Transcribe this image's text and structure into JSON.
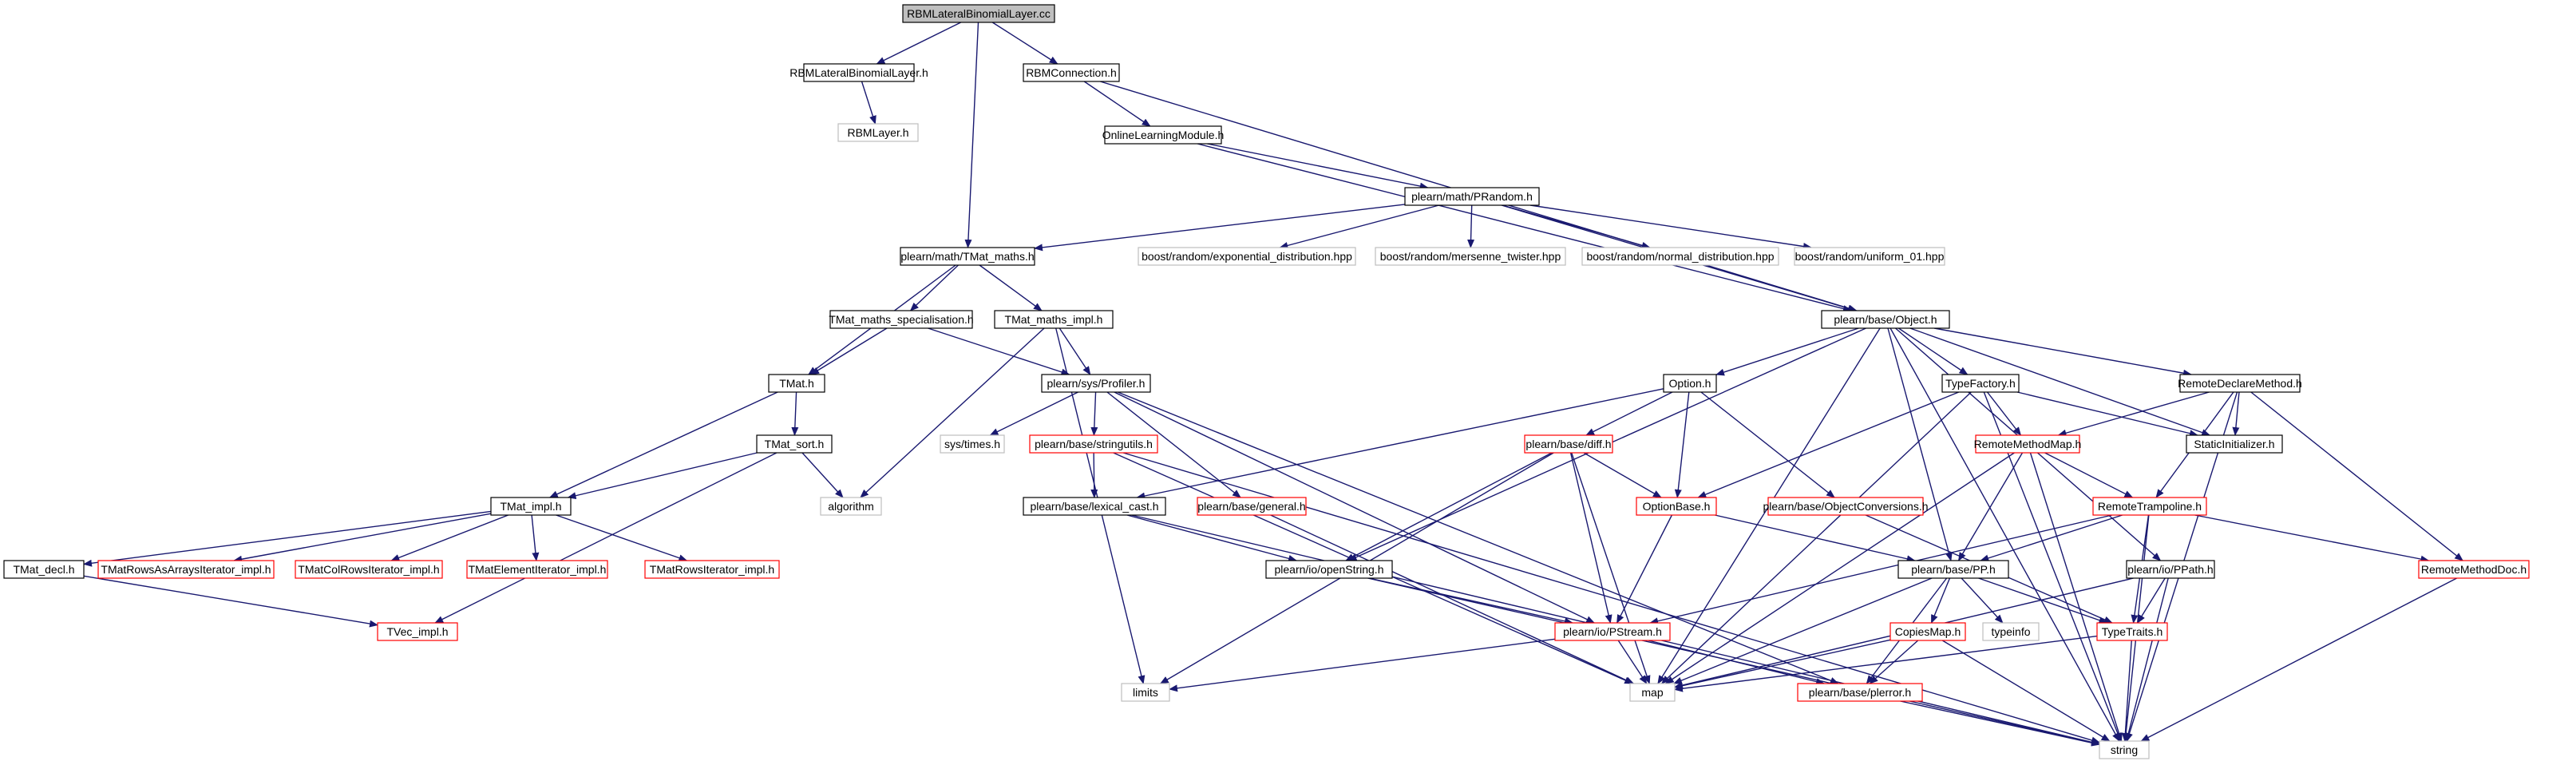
{
  "colors": {
    "edge": "#191970",
    "box_root_fill": "#bfbfbf",
    "box_normal": "#000000",
    "box_truncated": "#ff0000",
    "box_external": "#bfbfbf",
    "text": "#000000"
  },
  "nodes": [
    {
      "id": "root",
      "label": "RBMLateralBinomialLayer.cc",
      "kind": "root"
    },
    {
      "id": "rbmlbl_h",
      "label": "RBMLateralBinomialLayer.h",
      "kind": "normal"
    },
    {
      "id": "rbmconn",
      "label": "RBMConnection.h",
      "kind": "normal"
    },
    {
      "id": "rbmlayer",
      "label": "RBMLayer.h",
      "kind": "external"
    },
    {
      "id": "olm",
      "label": "OnlineLearningModule.h",
      "kind": "normal"
    },
    {
      "id": "prandom",
      "label": "plearn/math/PRandom.h",
      "kind": "normal"
    },
    {
      "id": "tmatmaths",
      "label": "plearn/math/TMat_maths.h",
      "kind": "normal"
    },
    {
      "id": "b_expo",
      "label": "boost/random/exponential_distribution.hpp",
      "kind": "external"
    },
    {
      "id": "b_mers",
      "label": "boost/random/mersenne_twister.hpp",
      "kind": "external"
    },
    {
      "id": "b_norm",
      "label": "boost/random/normal_distribution.hpp",
      "kind": "external"
    },
    {
      "id": "b_unif",
      "label": "boost/random/uniform_01.hpp",
      "kind": "external"
    },
    {
      "id": "tms",
      "label": "TMat_maths_specialisation.h",
      "kind": "normal"
    },
    {
      "id": "tmi",
      "label": "TMat_maths_impl.h",
      "kind": "normal"
    },
    {
      "id": "object",
      "label": "plearn/base/Object.h",
      "kind": "normal"
    },
    {
      "id": "tmat",
      "label": "TMat.h",
      "kind": "normal"
    },
    {
      "id": "profiler",
      "label": "plearn/sys/Profiler.h",
      "kind": "normal"
    },
    {
      "id": "option",
      "label": "Option.h",
      "kind": "normal"
    },
    {
      "id": "typefactory",
      "label": "TypeFactory.h",
      "kind": "normal"
    },
    {
      "id": "rdm",
      "label": "RemoteDeclareMethod.h",
      "kind": "normal"
    },
    {
      "id": "tmatsort",
      "label": "TMat_sort.h",
      "kind": "normal"
    },
    {
      "id": "systimes",
      "label": "sys/times.h",
      "kind": "external"
    },
    {
      "id": "stringutils",
      "label": "plearn/base/stringutils.h",
      "kind": "truncated"
    },
    {
      "id": "diff",
      "label": "plearn/base/diff.h",
      "kind": "truncated"
    },
    {
      "id": "rmm",
      "label": "RemoteMethodMap.h",
      "kind": "truncated"
    },
    {
      "id": "staticinit",
      "label": "StaticInitializer.h",
      "kind": "normal"
    },
    {
      "id": "tmatimpl",
      "label": "TMat_impl.h",
      "kind": "normal"
    },
    {
      "id": "algorithm",
      "label": "algorithm",
      "kind": "external"
    },
    {
      "id": "lexcast",
      "label": "plearn/base/lexical_cast.h",
      "kind": "normal"
    },
    {
      "id": "general",
      "label": "plearn/base/general.h",
      "kind": "truncated"
    },
    {
      "id": "optionbase",
      "label": "OptionBase.h",
      "kind": "truncated"
    },
    {
      "id": "objconv",
      "label": "plearn/base/ObjectConversions.h",
      "kind": "truncated"
    },
    {
      "id": "rtramp",
      "label": "RemoteTrampoline.h",
      "kind": "truncated"
    },
    {
      "id": "tmatdecl",
      "label": "TMat_decl.h",
      "kind": "normal"
    },
    {
      "id": "tmraai",
      "label": "TMatRowsAsArraysIterator_impl.h",
      "kind": "truncated"
    },
    {
      "id": "tmcri",
      "label": "TMatColRowsIterator_impl.h",
      "kind": "truncated"
    },
    {
      "id": "tmei",
      "label": "TMatElementIterator_impl.h",
      "kind": "truncated"
    },
    {
      "id": "tmri",
      "label": "TMatRowsIterator_impl.h",
      "kind": "truncated"
    },
    {
      "id": "openstring",
      "label": "plearn/io/openString.h",
      "kind": "normal"
    },
    {
      "id": "pp",
      "label": "plearn/base/PP.h",
      "kind": "normal"
    },
    {
      "id": "ppath",
      "label": "plearn/io/PPath.h",
      "kind": "normal"
    },
    {
      "id": "rmdoc",
      "label": "RemoteMethodDoc.h",
      "kind": "truncated"
    },
    {
      "id": "tvecimpl",
      "label": "TVec_impl.h",
      "kind": "truncated"
    },
    {
      "id": "pstream",
      "label": "plearn/io/PStream.h",
      "kind": "truncated"
    },
    {
      "id": "copiesmap",
      "label": "CopiesMap.h",
      "kind": "truncated"
    },
    {
      "id": "typeinfo",
      "label": "typeinfo",
      "kind": "external"
    },
    {
      "id": "typetraits",
      "label": "TypeTraits.h",
      "kind": "truncated"
    },
    {
      "id": "limits",
      "label": "limits",
      "kind": "external"
    },
    {
      "id": "map",
      "label": "map",
      "kind": "external"
    },
    {
      "id": "plerror",
      "label": "plearn/base/plerror.h",
      "kind": "truncated"
    },
    {
      "id": "string",
      "label": "string",
      "kind": "external"
    }
  ],
  "edges": [
    [
      "root",
      "rbmlbl_h"
    ],
    [
      "root",
      "rbmconn"
    ],
    [
      "root",
      "tmatmaths"
    ],
    [
      "rbmlbl_h",
      "rbmlayer"
    ],
    [
      "rbmconn",
      "olm"
    ],
    [
      "rbmconn",
      "object"
    ],
    [
      "olm",
      "prandom"
    ],
    [
      "olm",
      "object"
    ],
    [
      "prandom",
      "tmatmaths"
    ],
    [
      "prandom",
      "b_expo"
    ],
    [
      "prandom",
      "b_mers"
    ],
    [
      "prandom",
      "b_norm"
    ],
    [
      "prandom",
      "b_unif"
    ],
    [
      "prandom",
      "object"
    ],
    [
      "tmatmaths",
      "tms"
    ],
    [
      "tmatmaths",
      "tmi"
    ],
    [
      "tmatmaths",
      "tmat"
    ],
    [
      "tms",
      "tmat"
    ],
    [
      "tms",
      "profiler"
    ],
    [
      "tmi",
      "profiler"
    ],
    [
      "tmi",
      "algorithm"
    ],
    [
      "tmi",
      "limits"
    ],
    [
      "tmat",
      "tmatsort"
    ],
    [
      "tmat",
      "tmatimpl"
    ],
    [
      "tmatsort",
      "tmatimpl"
    ],
    [
      "tmatsort",
      "algorithm"
    ],
    [
      "tmatsort",
      "tvecimpl"
    ],
    [
      "tmatimpl",
      "tmatdecl"
    ],
    [
      "tmatimpl",
      "tmraai"
    ],
    [
      "tmatimpl",
      "tmcri"
    ],
    [
      "tmatimpl",
      "tmei"
    ],
    [
      "tmatimpl",
      "tmri"
    ],
    [
      "tmatdecl",
      "tvecimpl"
    ],
    [
      "profiler",
      "systimes"
    ],
    [
      "profiler",
      "stringutils"
    ],
    [
      "profiler",
      "general"
    ],
    [
      "profiler",
      "pstream"
    ],
    [
      "profiler",
      "plerror"
    ],
    [
      "stringutils",
      "lexcast"
    ],
    [
      "stringutils",
      "map"
    ],
    [
      "stringutils",
      "string"
    ],
    [
      "general",
      "map"
    ],
    [
      "lexcast",
      "openstring"
    ],
    [
      "lexcast",
      "string"
    ],
    [
      "object",
      "option"
    ],
    [
      "object",
      "typefactory"
    ],
    [
      "object",
      "rdm"
    ],
    [
      "object",
      "staticinit"
    ],
    [
      "object",
      "openstring"
    ],
    [
      "object",
      "pp"
    ],
    [
      "object",
      "ppath"
    ],
    [
      "object",
      "map"
    ],
    [
      "object",
      "string"
    ],
    [
      "option",
      "lexcast"
    ],
    [
      "option",
      "diff"
    ],
    [
      "option",
      "optionbase"
    ],
    [
      "option",
      "objconv"
    ],
    [
      "diff",
      "optionbase"
    ],
    [
      "diff",
      "openstring"
    ],
    [
      "diff",
      "pstream"
    ],
    [
      "diff",
      "map"
    ],
    [
      "diff",
      "limits"
    ],
    [
      "optionbase",
      "pp"
    ],
    [
      "optionbase",
      "pstream"
    ],
    [
      "objconv",
      "typetraits"
    ],
    [
      "typefactory",
      "optionbase"
    ],
    [
      "typefactory",
      "rmm"
    ],
    [
      "typefactory",
      "staticinit"
    ],
    [
      "typefactory",
      "map"
    ],
    [
      "typefactory",
      "string"
    ],
    [
      "rdm",
      "rmm"
    ],
    [
      "rdm",
      "staticinit"
    ],
    [
      "rdm",
      "rtramp"
    ],
    [
      "rdm",
      "rmdoc"
    ],
    [
      "rdm",
      "string"
    ],
    [
      "rmm",
      "pp"
    ],
    [
      "rmm",
      "rtramp"
    ],
    [
      "rmm",
      "map"
    ],
    [
      "rmm",
      "string"
    ],
    [
      "rtramp",
      "pstream"
    ],
    [
      "rtramp",
      "pp"
    ],
    [
      "rtramp",
      "typetraits"
    ],
    [
      "rtramp",
      "rmdoc"
    ],
    [
      "rtramp",
      "string"
    ],
    [
      "rmdoc",
      "string"
    ],
    [
      "openstring",
      "pstream"
    ],
    [
      "openstring",
      "string"
    ],
    [
      "pp",
      "copiesmap"
    ],
    [
      "pp",
      "typeinfo"
    ],
    [
      "pp",
      "typetraits"
    ],
    [
      "pp",
      "plerror"
    ],
    [
      "pp",
      "map"
    ],
    [
      "copiesmap",
      "map"
    ],
    [
      "copiesmap",
      "plerror"
    ],
    [
      "copiesmap",
      "string"
    ],
    [
      "ppath",
      "typetraits"
    ],
    [
      "ppath",
      "map"
    ],
    [
      "ppath",
      "string"
    ],
    [
      "typetraits",
      "map"
    ],
    [
      "typetraits",
      "string"
    ],
    [
      "pstream",
      "map"
    ],
    [
      "pstream",
      "limits"
    ],
    [
      "pstream",
      "plerror"
    ],
    [
      "plerror",
      "string"
    ]
  ]
}
